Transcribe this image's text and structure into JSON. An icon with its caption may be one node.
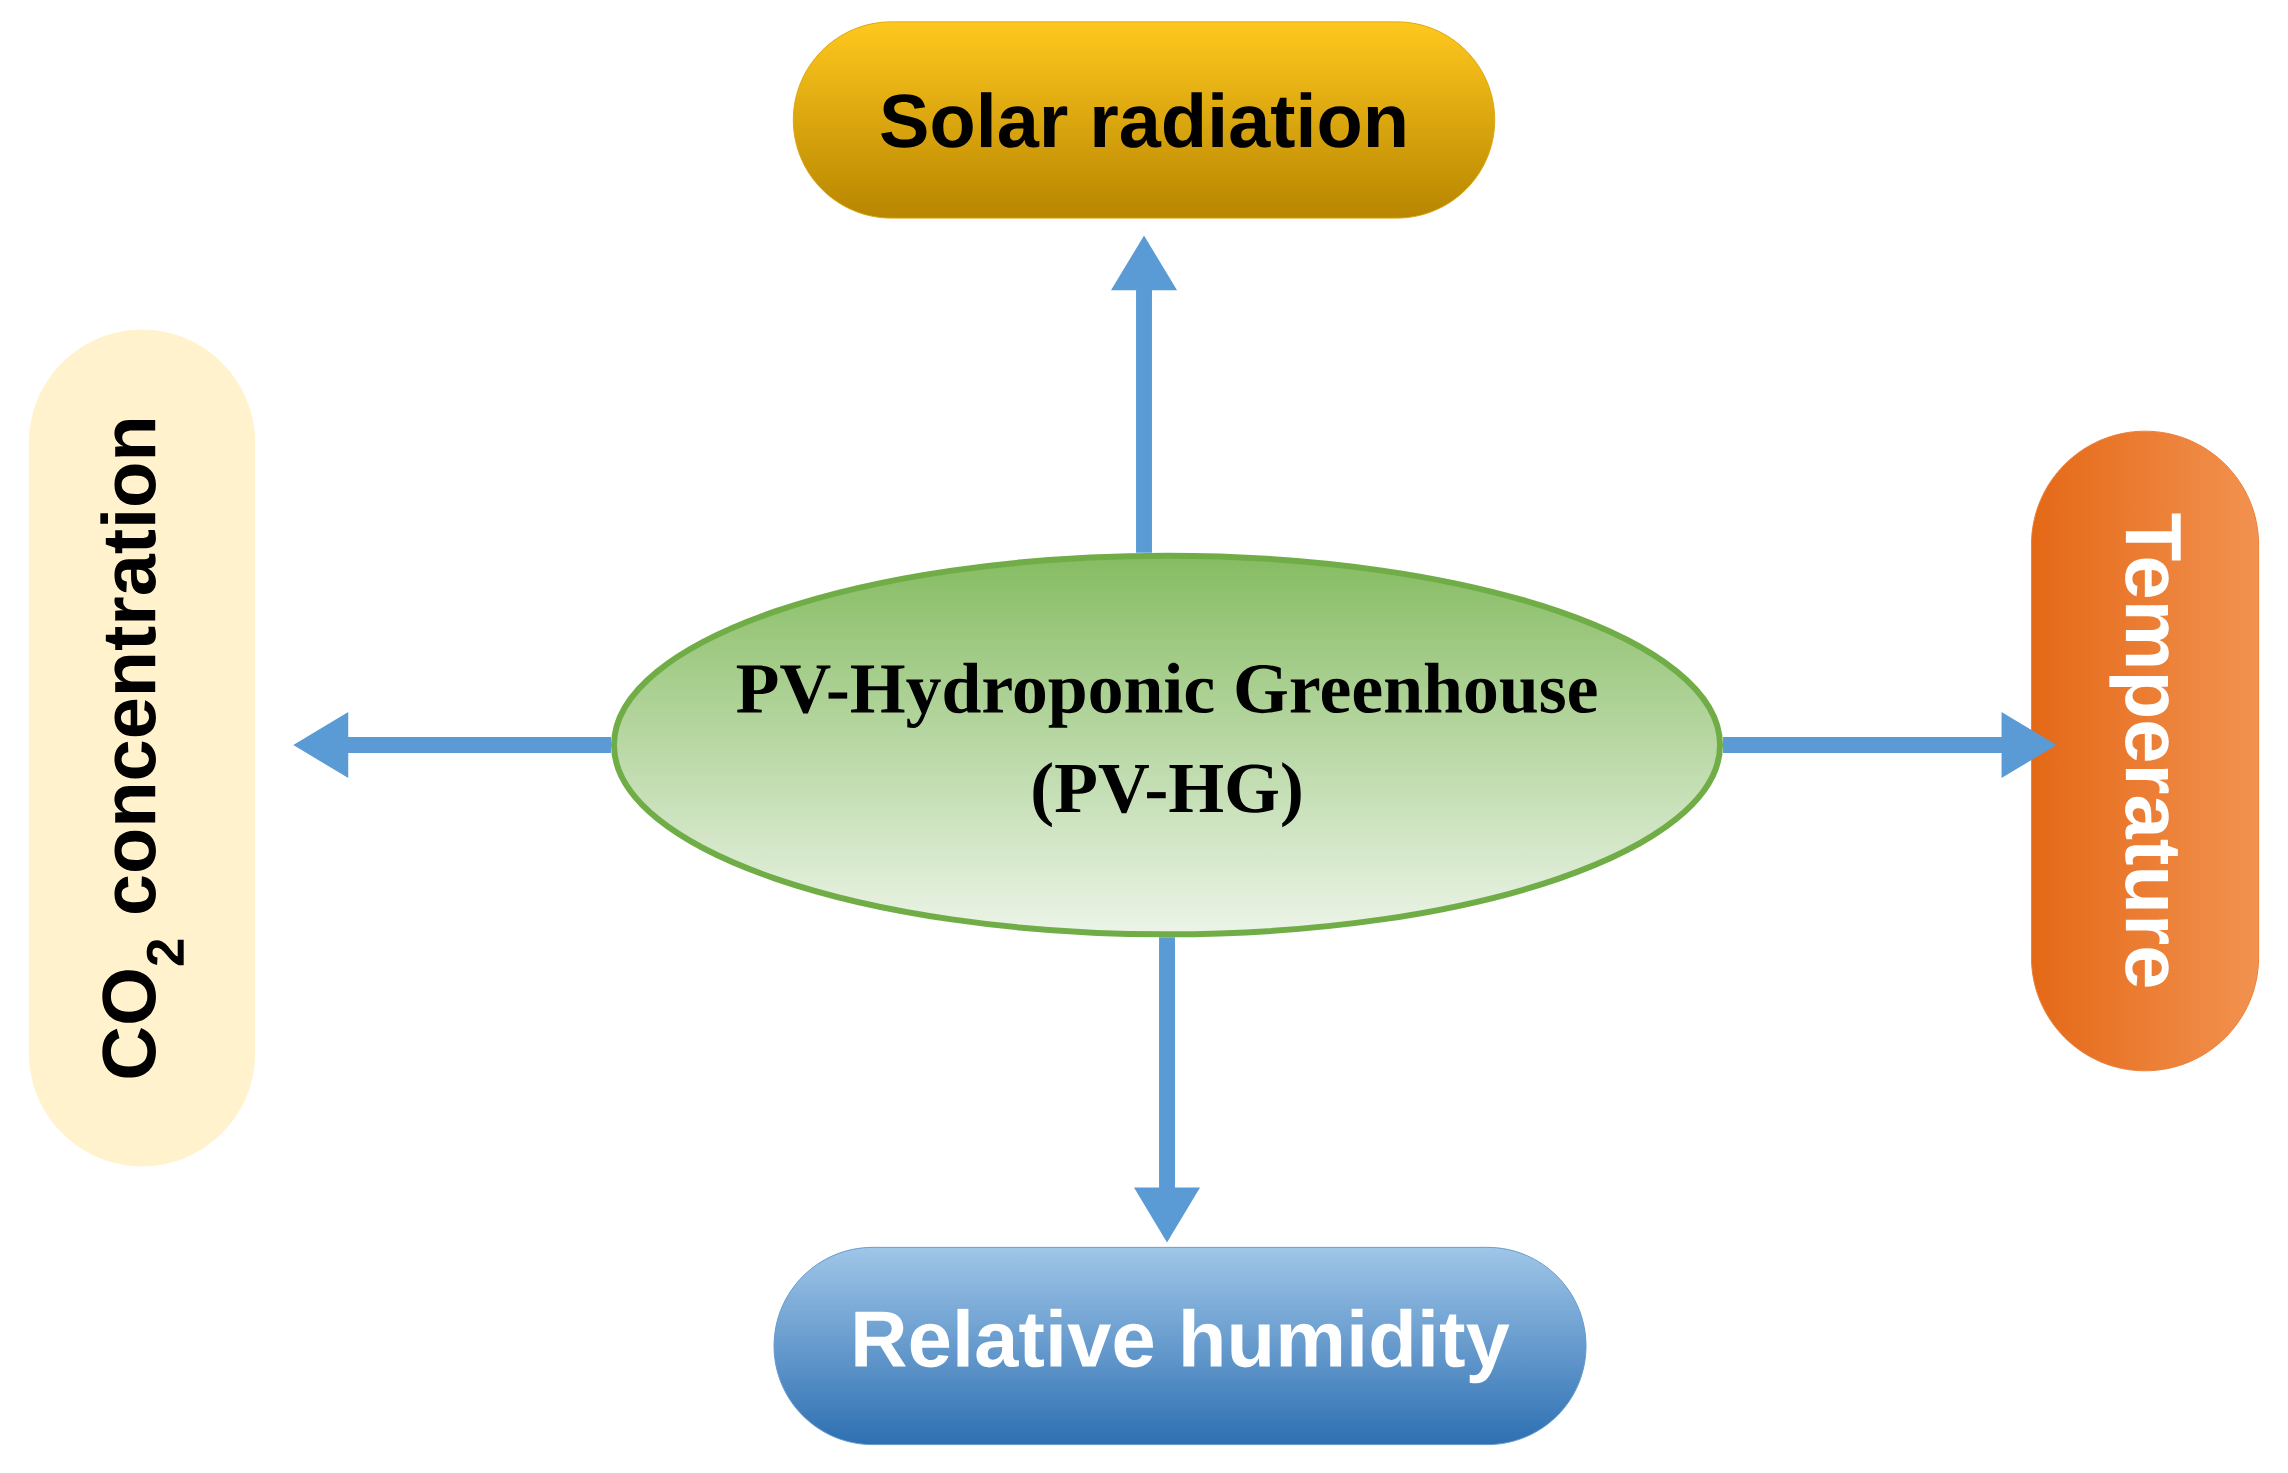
{
  "diagram": {
    "nodes": [
      {
        "text": [
          "PV-Hydroponic Greenhouse (PV-HG)"
        ]
      },
      {
        "text": [
          "Solar radiation"
        ]
      },
      {
        "text": [
          "CO$_{2}$ concentration"
        ]
      },
      {
        "text": [
          "Temperature"
        ]
      },
      {
        "text": [
          "Relative humidity"
        ]
      }
    ],
    "edges": [
      {
        "from": 0,
        "to": 1,
        "arrow": "to"
      },
      {
        "from": 0,
        "to": 2,
        "arrow": "to"
      },
      {
        "from": 0,
        "to": 3,
        "arrow": "to"
      },
      {
        "from": 0,
        "to": 4,
        "arrow": "to"
      }
    ]
  }
}
